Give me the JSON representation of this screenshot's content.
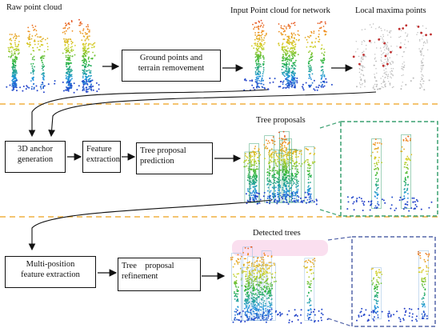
{
  "stage1": {
    "raw_label": "Raw point cloud",
    "input_label": "Input Point cloud for network",
    "maxima_label": "Local maxima points",
    "ground_box": [
      "Ground points and",
      "terrain removement"
    ]
  },
  "stage2": {
    "proposals_label": "Tree proposals",
    "anchor_box": [
      "3D anchor",
      "generation"
    ],
    "feature_box": [
      "Feature",
      "extraction"
    ],
    "prediction_box": [
      "Tree proposal",
      "prediction"
    ]
  },
  "stage3": {
    "detected_label": "Detected trees",
    "multi_box": [
      "Multi-position",
      "feature extraction"
    ],
    "refine_box": [
      "Tree    proposal",
      "refinement"
    ]
  },
  "colors": {
    "separator": "#f0b040",
    "zoom_green": "#3aa070",
    "zoom_blue": "#5566aa",
    "highlight_pink": "#f5b8dc"
  }
}
